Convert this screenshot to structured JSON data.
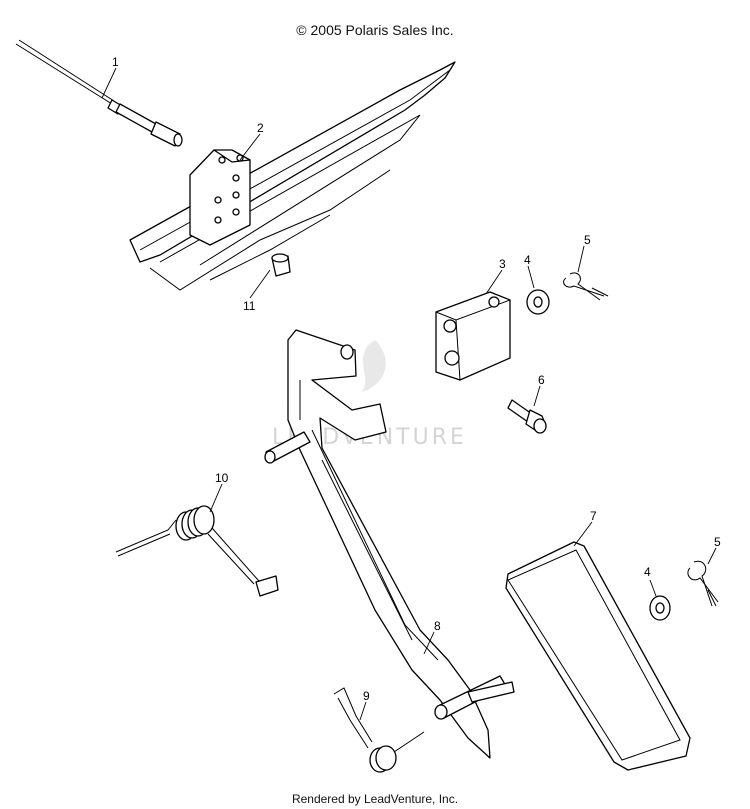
{
  "header": {
    "copyright": "© 2005 Polaris Sales Inc."
  },
  "footer": {
    "rendered_by": "Rendered by LeadVenture, Inc."
  },
  "watermark": {
    "text": "LEADVENTURE"
  },
  "callouts": {
    "c1": "1",
    "c2": "2",
    "c3": "3",
    "c4a": "4",
    "c4b": "4",
    "c5a": "5",
    "c5b": "5",
    "c6": "6",
    "c7": "7",
    "c8": "8",
    "c9": "9",
    "c10": "10",
    "c11": "11"
  },
  "parts": [
    {
      "callout": "1",
      "icon": "throttle-cable-icon"
    },
    {
      "callout": "2",
      "icon": "frame-bracket-icon"
    },
    {
      "callout": "3",
      "icon": "pivot-block-icon"
    },
    {
      "callout": "4",
      "icon": "washer-icon"
    },
    {
      "callout": "5",
      "icon": "cotter-pin-icon"
    },
    {
      "callout": "6",
      "icon": "bolt-icon"
    },
    {
      "callout": "7",
      "icon": "pedal-pad-icon"
    },
    {
      "callout": "8",
      "icon": "pedal-arm-icon"
    },
    {
      "callout": "9",
      "icon": "return-spring-icon"
    },
    {
      "callout": "10",
      "icon": "torsion-spring-icon"
    },
    {
      "callout": "11",
      "icon": "bushing-icon"
    }
  ]
}
